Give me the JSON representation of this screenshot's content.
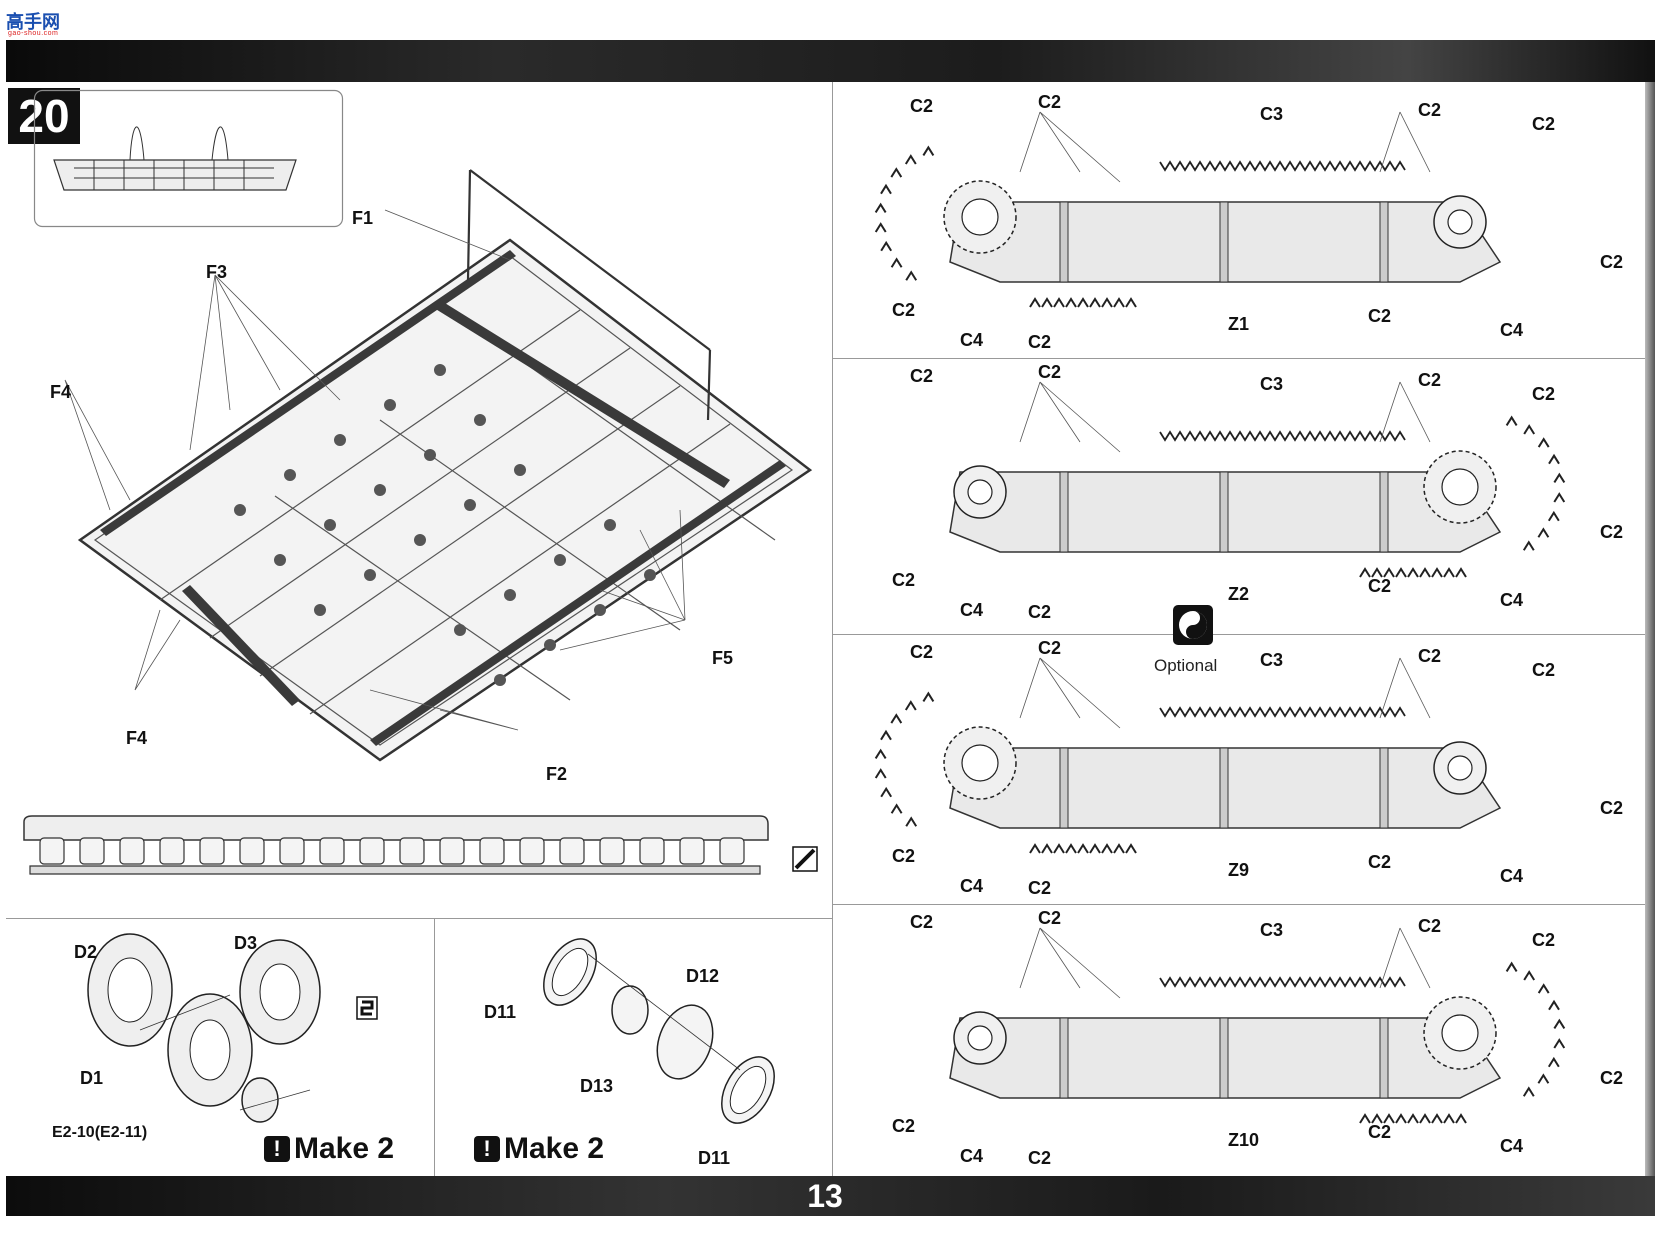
{
  "header": {
    "logo_text": "高手网",
    "logo_sub": "gao-shou.com"
  },
  "step": {
    "number": "20"
  },
  "page": {
    "number": "13"
  },
  "sprue_labels": {
    "f1": "F1",
    "f2": "F2",
    "f3": "F3",
    "f4_top": "F4",
    "f4_bottom": "F4",
    "f5": "F5"
  },
  "wheel_left": {
    "d1": "D1",
    "d2": "D2",
    "d3": "D3",
    "e2": "E2-10(E2-11)",
    "make": "Make 2"
  },
  "wheel_right": {
    "d11_top": "D11",
    "d11_bottom": "D11",
    "d12": "D12",
    "d13": "D13",
    "make": "Make 2"
  },
  "optional_label": "Optional",
  "tracks": [
    {
      "z": "Z1",
      "c3": "C3",
      "c4_left": "C4",
      "c4_right": "C4",
      "c2": "C2"
    },
    {
      "z": "Z2",
      "c3": "C3",
      "c4_left": "C4",
      "c4_right": "C4",
      "c2": "C2"
    },
    {
      "z": "Z9",
      "c3": "C3",
      "c4_left": "C4",
      "c4_right": "C4",
      "c2": "C2"
    },
    {
      "z": "Z10",
      "c3": "C3",
      "c4_left": "C4",
      "c4_right": "C4",
      "c2": "C2"
    }
  ],
  "colors": {
    "bar": "#111111",
    "line": "#333333",
    "fill": "#e9e9e9"
  },
  "icons": [
    "warning-icon",
    "glue-icon",
    "optional-yinyang-icon",
    "cut-icon"
  ]
}
